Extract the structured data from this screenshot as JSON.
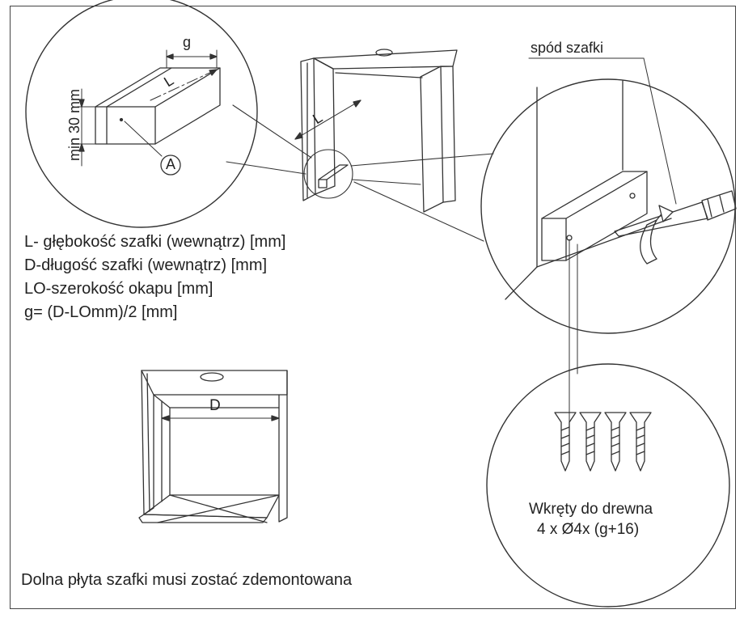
{
  "labels": {
    "g": "g",
    "L_top": "L",
    "L_cab": "L",
    "min30": "min 30 mm",
    "A": "A",
    "D": "D",
    "spod_szafki": "spód szafki"
  },
  "legend": [
    "L- głębokość szafki (wewnątrz) [mm]",
    "D-długość szafki (wewnątrz) [mm]",
    "LO-szerokość okapu [mm]",
    "g= (D-LOmm)/2 [mm]"
  ],
  "screws": {
    "line1": "Wkręty do drewna",
    "line2": "4 x Ø4x (g+16)"
  },
  "caption": "Dolna płyta szafki musi zostać zdemontowana"
}
